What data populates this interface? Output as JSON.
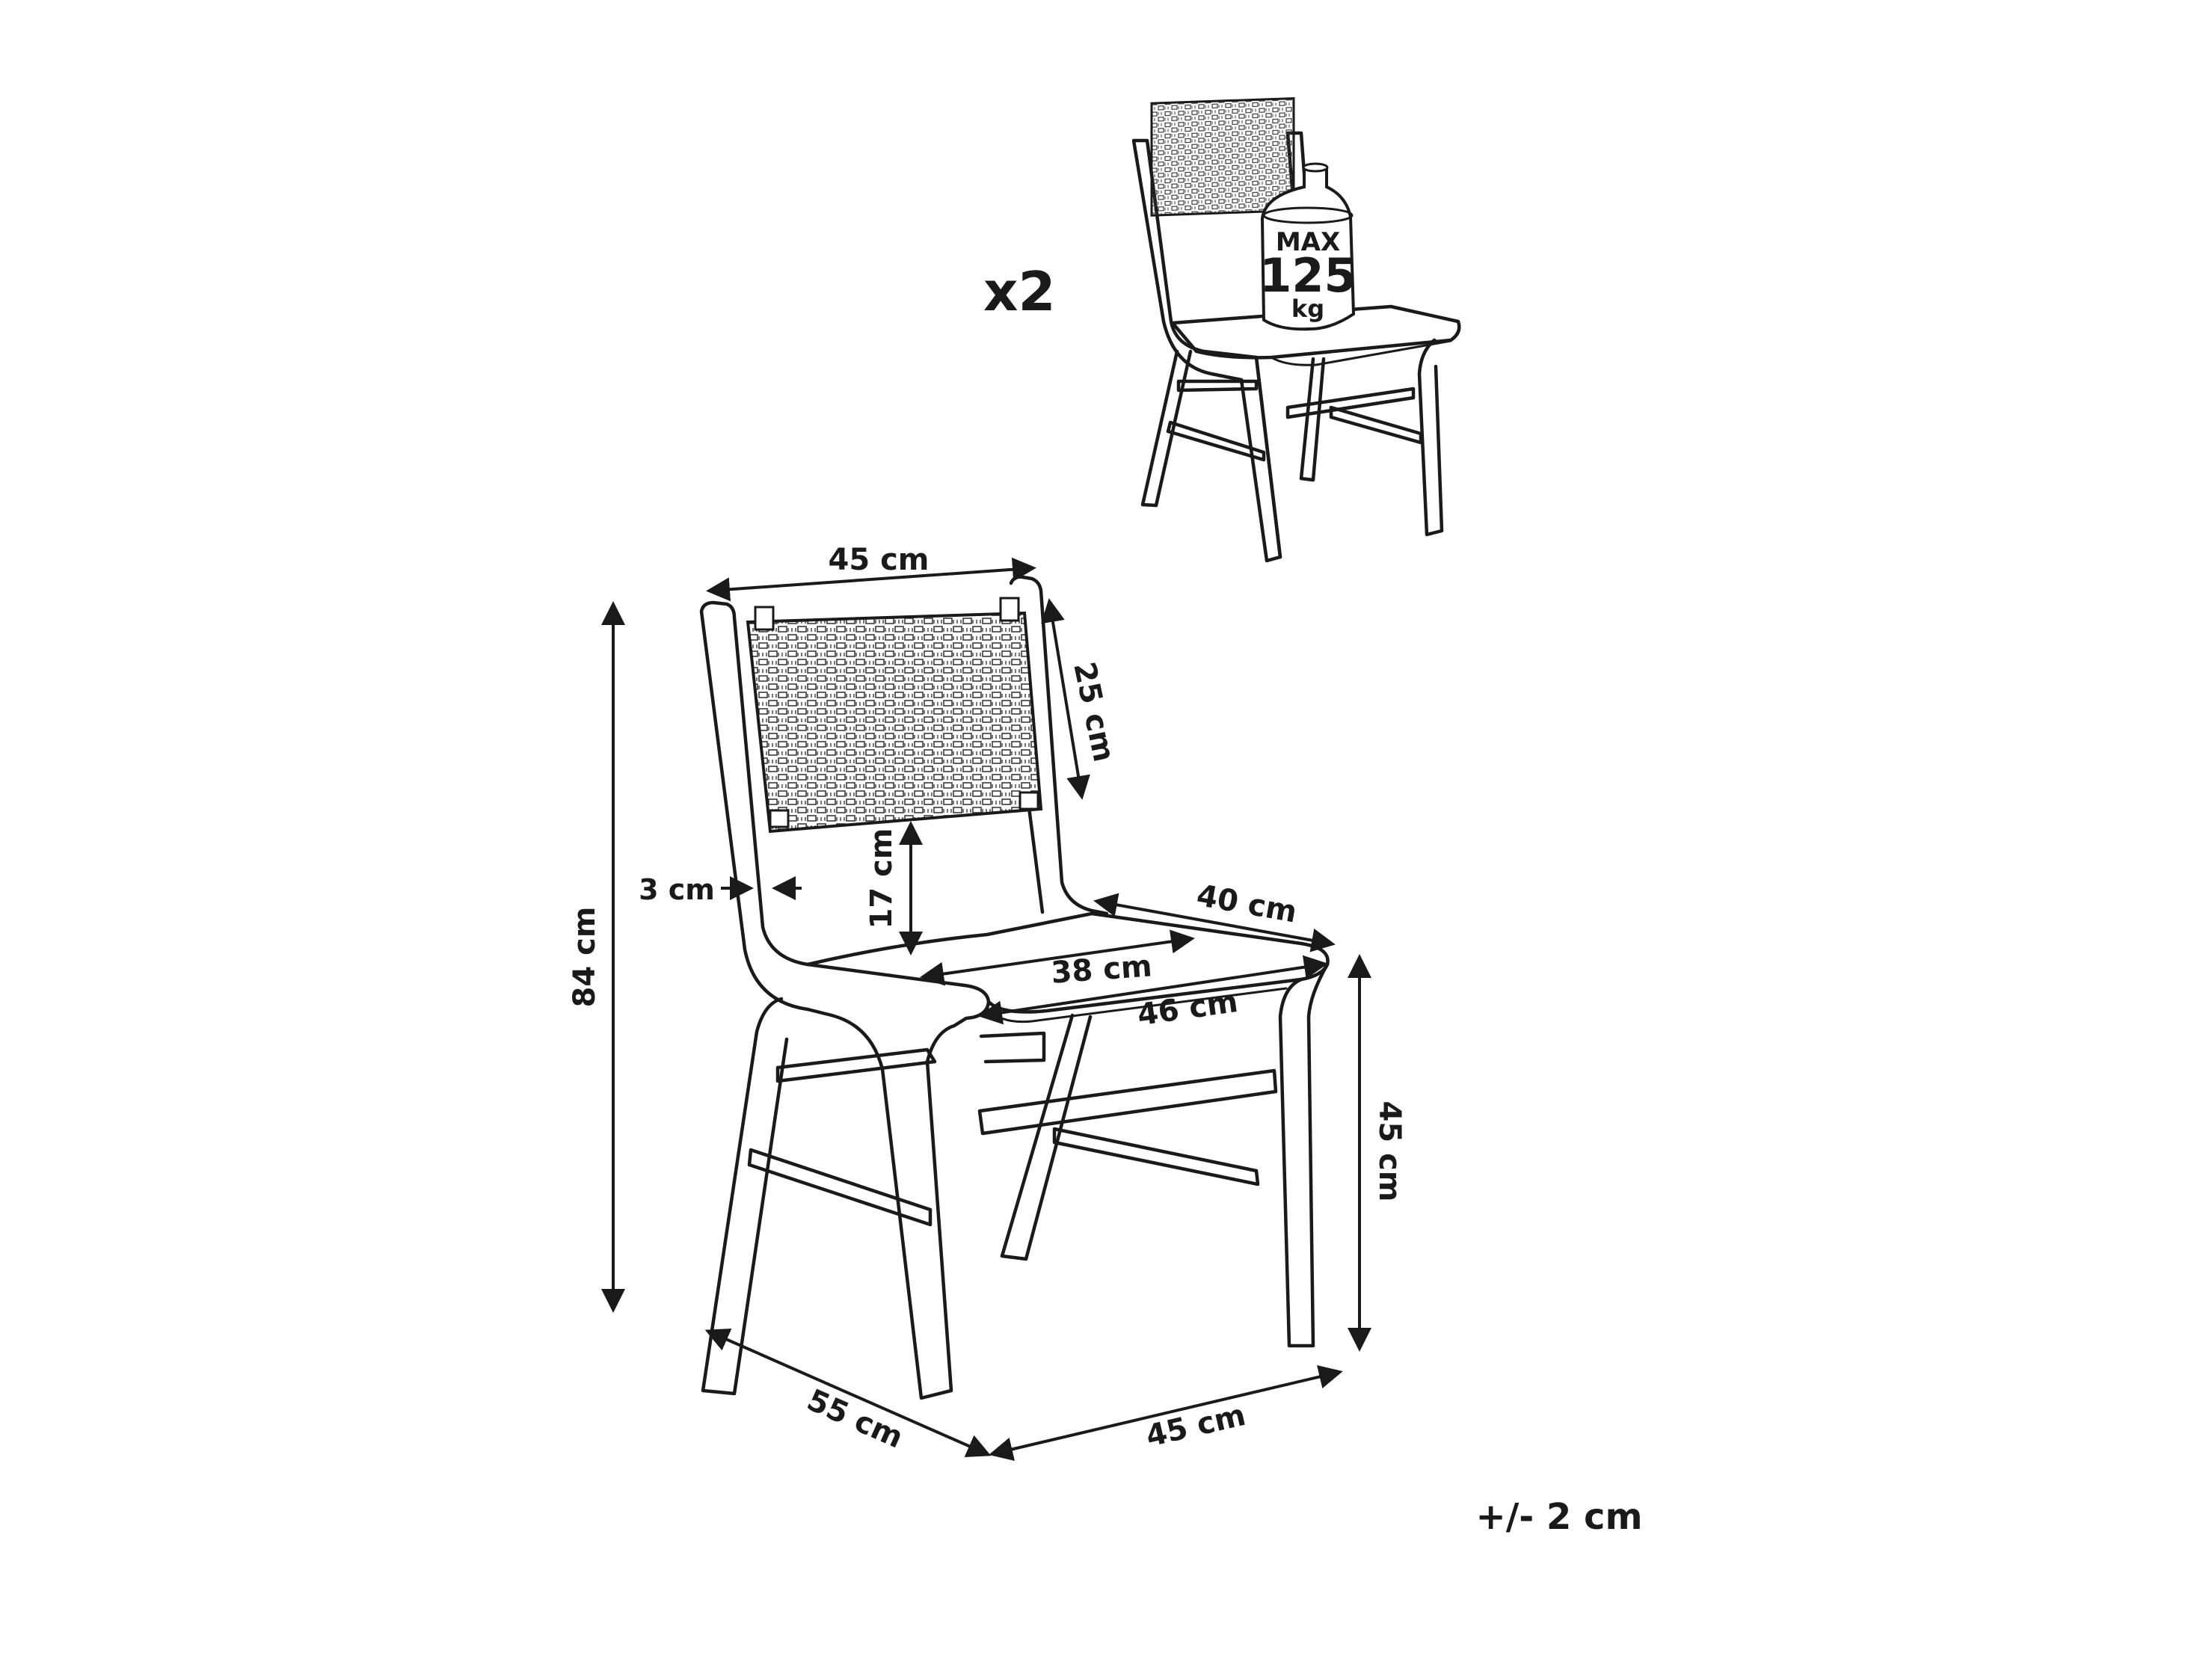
{
  "quantity_label": "x2",
  "weight_badge": {
    "line1": "MAX",
    "line2": "125",
    "line3": "kg"
  },
  "dimensions": {
    "backrest_width": "45 cm",
    "backrest_height": "25 cm",
    "total_height": "84 cm",
    "frame_thickness": "3 cm",
    "seat_to_backrest": "17 cm",
    "seat_depth_outer": "40 cm",
    "seat_depth_inner": "38 cm",
    "seat_width": "46 cm",
    "seat_height": "45 cm",
    "depth": "55 cm",
    "width": "45 cm"
  },
  "tolerance": "+/- 2 cm"
}
